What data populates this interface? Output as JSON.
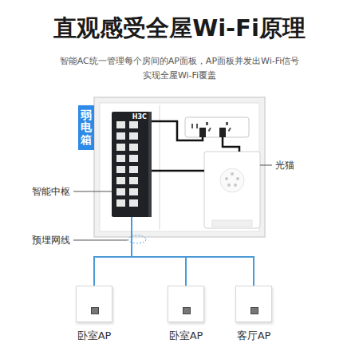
{
  "diagram": {
    "title": "直观感受全屋Wi-Fi原理",
    "nodes": [
      {
        "text": [
          "弱电箱"
        ]
      },
      {
        "text": [
          "H3C"
        ],
        "in": 0
      },
      {
        "text": [
          "卧室AP"
        ]
      },
      {
        "text": [
          "卧室AP"
        ]
      },
      {
        "text": [
          "客厅AP"
        ]
      }
    ],
    "edges": [
      {
        "from": 1,
        "to": 2,
        "arrow": "none"
      },
      {
        "from": 1,
        "to": 3,
        "arrow": "none"
      },
      {
        "from": 1,
        "to": 4,
        "arrow": "none"
      }
    ],
    "labels": [
      "智能AC统一管理每个房间的AP面板，AP面板并发出Wi-Fi信号 实现全屋Wi-Fi覆盖",
      "智能中枢",
      "光猫",
      "预埋网线"
    ]
  }
}
